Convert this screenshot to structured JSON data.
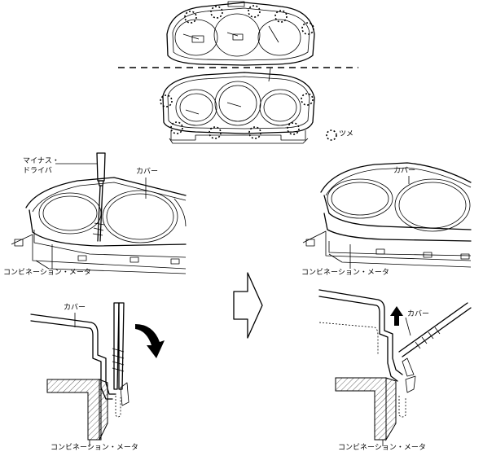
{
  "labels": {
    "claw_legend": "ツメ",
    "driver_line1": "マイナス・",
    "driver_line2": "ドライバ",
    "cover_top_left": "カバー",
    "meter_top_left": "コンビネーション・メータ",
    "cover_top_right": "カバー",
    "meter_top_right": "コンビネーション・メータ",
    "cover_bottom_left": "カバー",
    "meter_bottom_left": "コンビネーション・メータ",
    "cover_bottom_right": "カバー",
    "meter_bottom_right": "コンビネーション・メータ"
  },
  "icons": {
    "claw_marker": "dotted-circle-icon",
    "process_arrow": "right-arrow-icon",
    "rotate_arrow": "curved-arrow-icon",
    "lift_arrow": "up-arrow-icon"
  }
}
